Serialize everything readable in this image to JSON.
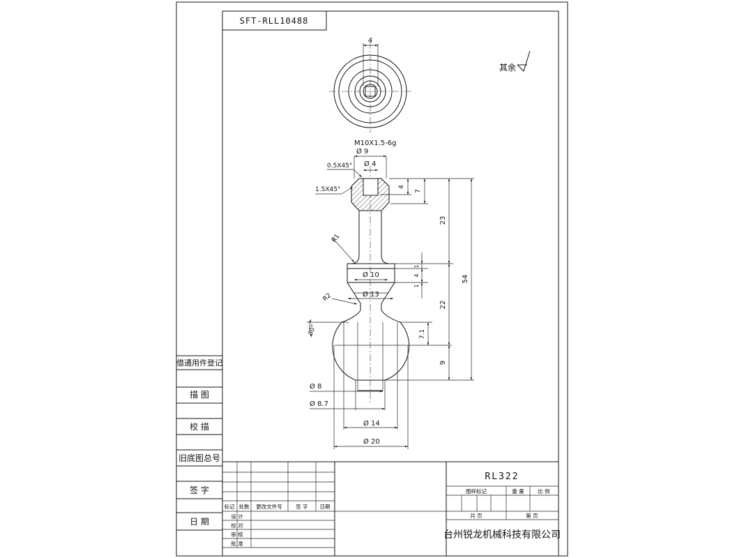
{
  "drawing_number": "SFT-RLL10488",
  "part_number": "RL322",
  "company": "台州锐龙机械科技有限公司",
  "surface_note": "其余",
  "left_column": {
    "register": "借通用件登记",
    "tracing": "描 图",
    "check_tracing": "校 描",
    "old_base": "旧底图总号",
    "sign": "签 字",
    "date": "日 期"
  },
  "revision_header": {
    "mark": "标记",
    "count": "处数",
    "change_doc": "更改文件号",
    "sign": "签 字",
    "date": "日期"
  },
  "approval_rows": [
    "设 计",
    "校 对",
    "审 核",
    "批 准"
  ],
  "title_block": {
    "drawing_mark": "图样标记",
    "weight": "重 量",
    "scale": "比 例",
    "total_sheets": "共 页",
    "sheet_no": "第 页"
  },
  "dimensions": {
    "top_width": "4",
    "thread": "M10X1.5-6g",
    "dia_9": "Ø 9",
    "chamfer_small": "0.5X45°",
    "dia_4": "Ø 4",
    "chamfer_large": "1.5X45°",
    "len_4": "4",
    "len_7": "7",
    "len_23": "23",
    "len_54": "54",
    "radius_1": "R1",
    "dia_10": "Ø 10",
    "len_1_a": "1",
    "len_4_b": "4",
    "len_1_b": "1",
    "radius_2": "R2",
    "dia_13": "Ø 13",
    "len_22": "22",
    "angle_30": "30°",
    "len_7_1": "7.1",
    "len_9": "9",
    "dia_8": "Ø 8",
    "dia_8_7": "Ø 8.7",
    "dia_14": "Ø 14",
    "dia_20": "Ø 20"
  }
}
